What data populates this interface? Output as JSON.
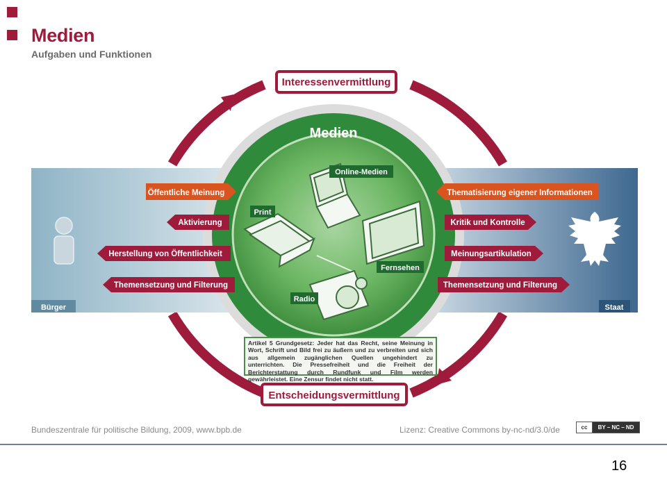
{
  "header": {
    "title": "Medien",
    "subtitle": "Aufgaben und Funktionen"
  },
  "diagram": {
    "ring_top_label": "Interessenvermittlung",
    "ring_bottom_label": "Entscheidungsvermittlung",
    "center_title": "Medien",
    "media": {
      "online": "Online-Medien",
      "print": "Print",
      "tv": "Fernsehen",
      "radio": "Radio"
    },
    "left_panel_label": "Bürger",
    "right_panel_label": "Staat",
    "left_arrows": [
      "Öffentliche Meinung",
      "Aktivierung",
      "Herstellung von Öffentlichkeit",
      "Themensetzung und Filterung"
    ],
    "right_arrows": [
      "Thematisierung eigener Informationen",
      "Kritik und Kontrolle",
      "Meinungsartikulation",
      "Themensetzung und Filterung"
    ],
    "article_text": "Artikel 5 Grundgesetz: Jeder hat das Recht, seine Meinung in Wort, Schrift und Bild frei zu äußern und zu verbreiten und sich aus allgemein zugänglichen Quellen ungehindert zu unterrichten. Die Pressefreiheit und die Freiheit der Berichterstattung durch Rundfunk und Film werden gewährleistet. Eine Zensur findet nicht statt.",
    "colors": {
      "accent_red": "#9e1b3c",
      "orange": "#d9541e",
      "green": "#3f8f3f",
      "left_blue": "#8fb4c6",
      "right_blue": "#466f94"
    }
  },
  "footer": {
    "source": "Bundeszentrale für politische Bildung, 2009, www.bpb.de",
    "license": "Lizenz: Creative Commons by-nc-nd/3.0/de",
    "badge_cc": "cc",
    "badge_license": "BY – NC – ND"
  },
  "page_number": "16"
}
